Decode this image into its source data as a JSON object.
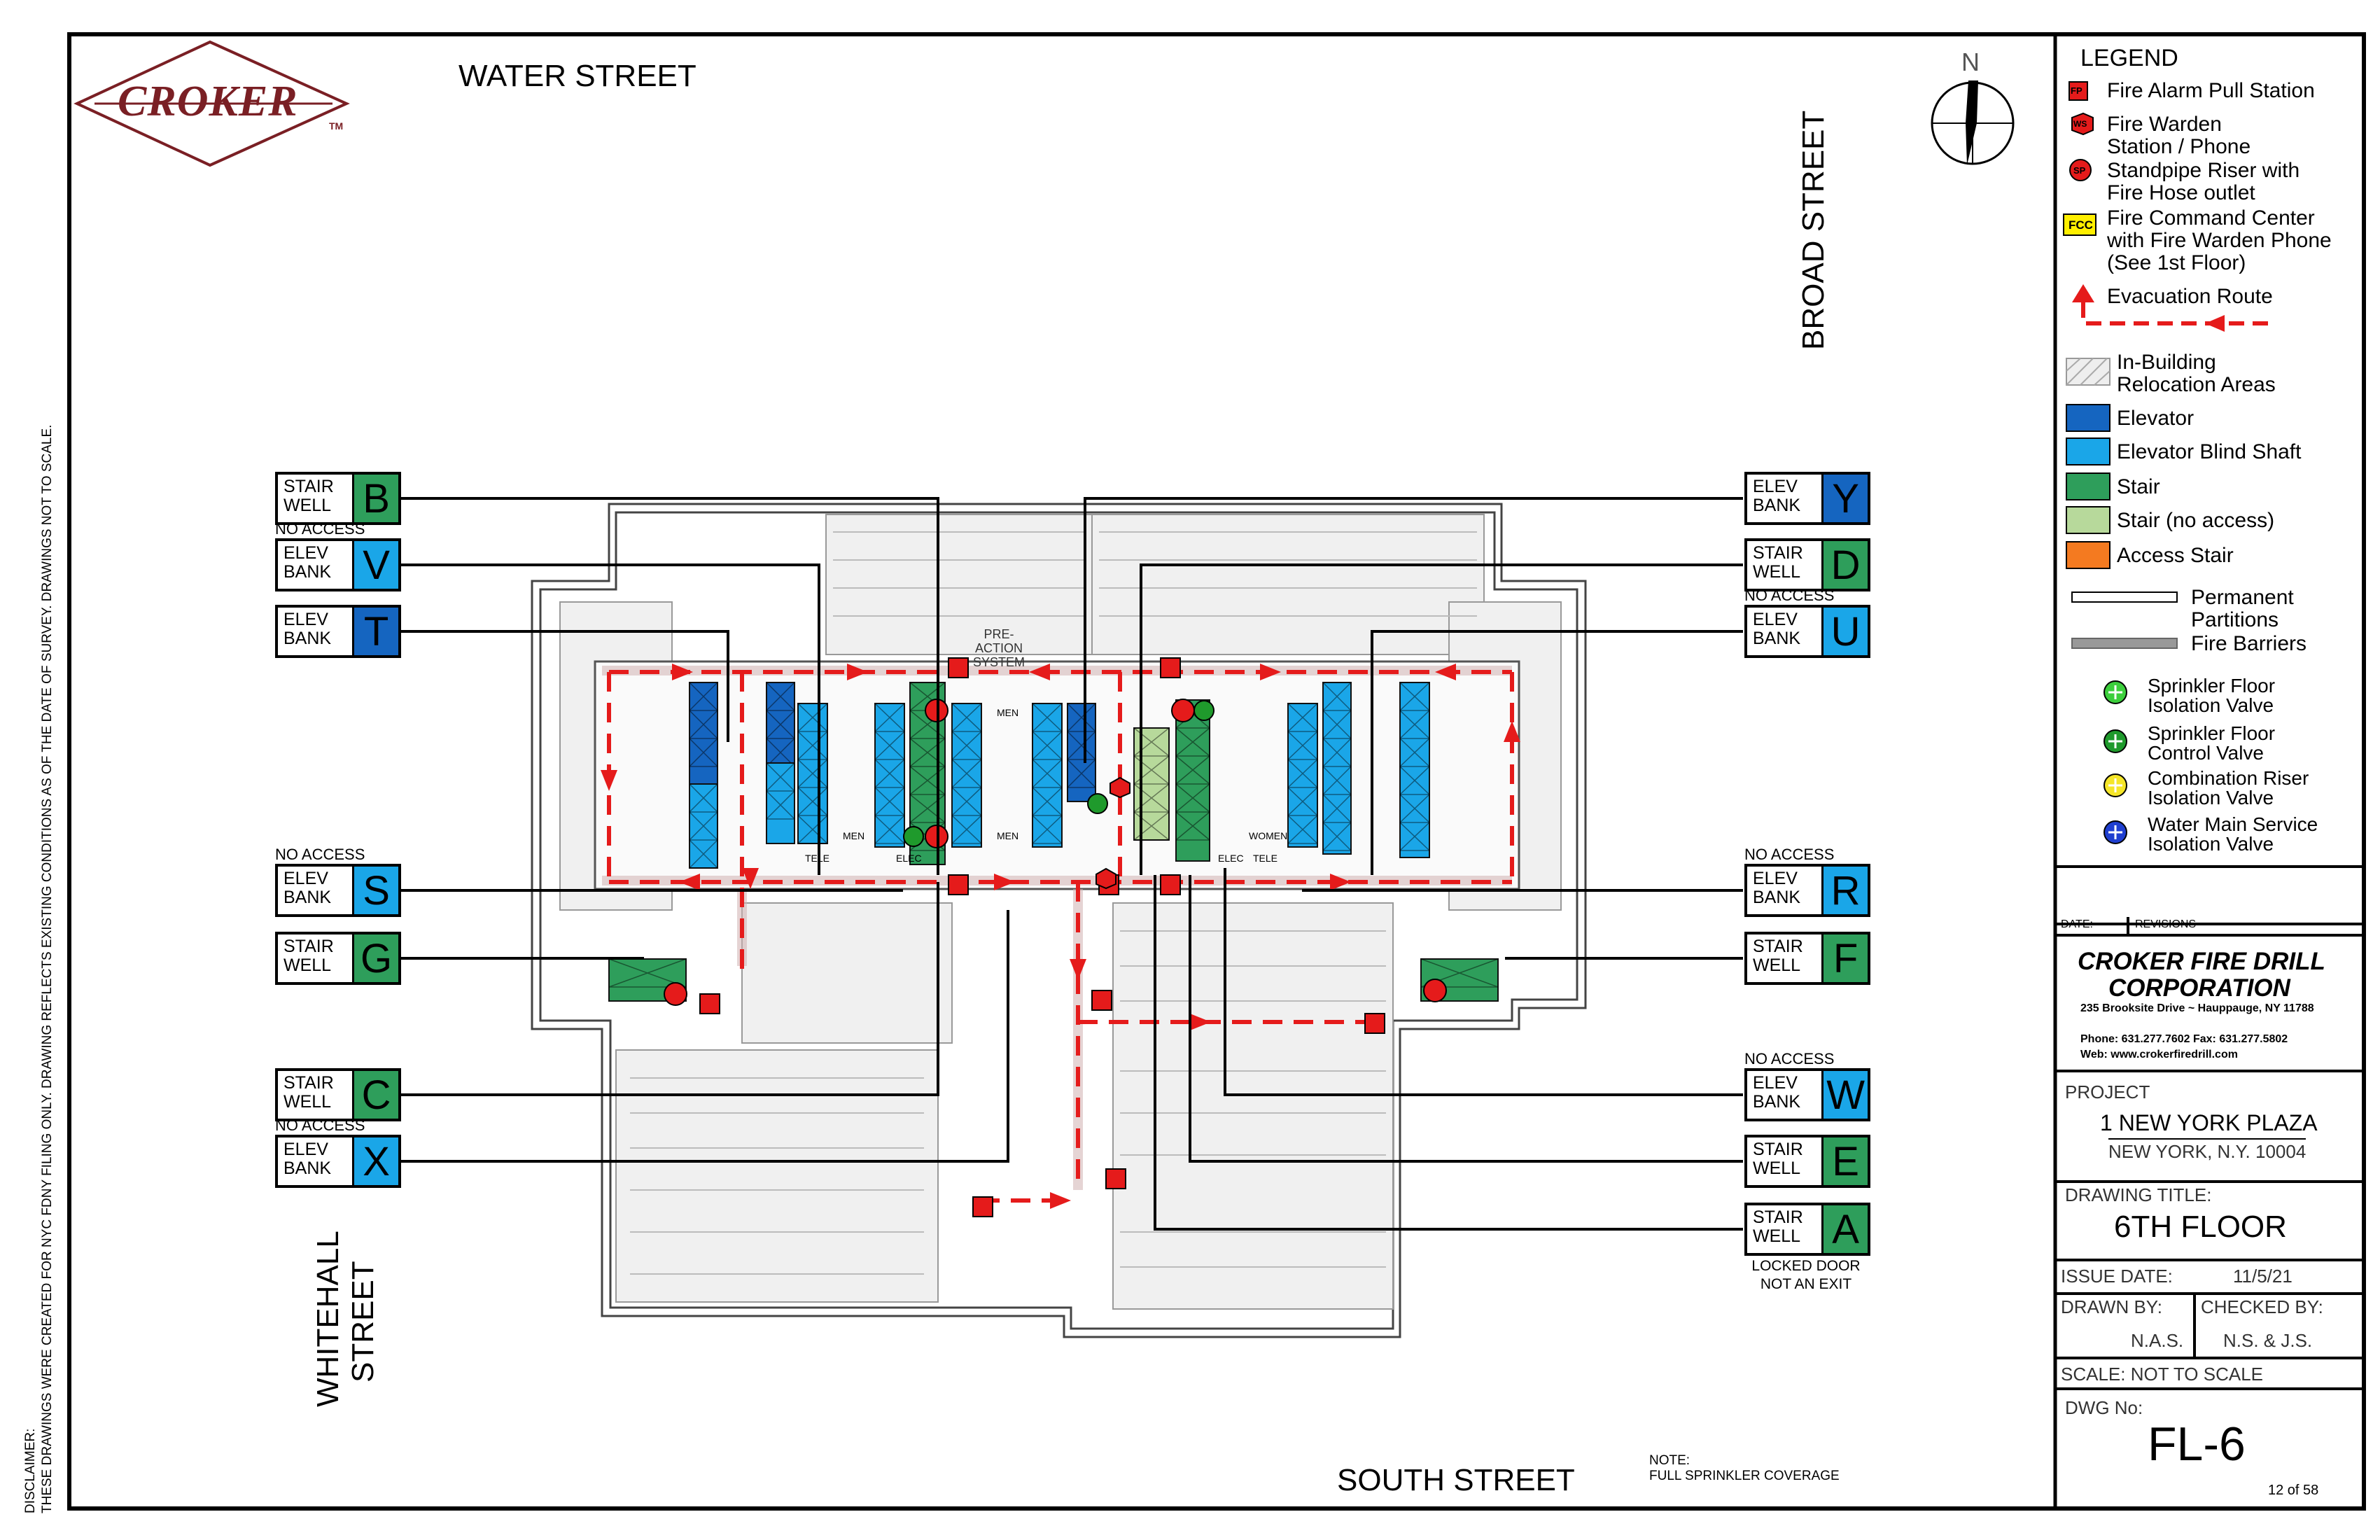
{
  "logo": {
    "text": "CROKER",
    "tm": "TM"
  },
  "streets": {
    "north": "WATER STREET",
    "east": "BROAD STREET",
    "south": "SOUTH STREET",
    "west_line1": "WHITEHALL",
    "west_line2": "STREET"
  },
  "compass_label": "N",
  "disclaimer": {
    "line1": "DISCLAIMER:",
    "line2": "THESE DRAWINGS WERE CREATED FOR NYC FDNY FILING ONLY. DRAWING REFLECTS EXISTING CONDITIONS AS OF THE DATE OF SURVEY. DRAWINGS NOT TO SCALE."
  },
  "note": {
    "line1": "NOTE:",
    "line2": "FULL SPRINKLER COVERAGE"
  },
  "left_labels": [
    {
      "l1": "STAIR",
      "l2": "WELL",
      "letter": "B",
      "color": "#2e9e5b",
      "pre": ""
    },
    {
      "l1": "ELEV",
      "l2": "BANK",
      "letter": "V",
      "color": "#1aa6e8",
      "pre": "NO ACCESS"
    },
    {
      "l1": "ELEV",
      "l2": "BANK",
      "letter": "T",
      "color": "#1565c0",
      "pre": ""
    },
    {
      "l1": "ELEV",
      "l2": "BANK",
      "letter": "S",
      "color": "#1aa6e8",
      "pre": "NO ACCESS"
    },
    {
      "l1": "STAIR",
      "l2": "WELL",
      "letter": "G",
      "color": "#2e9e5b",
      "pre": ""
    },
    {
      "l1": "STAIR",
      "l2": "WELL",
      "letter": "C",
      "color": "#2e9e5b",
      "pre": ""
    },
    {
      "l1": "ELEV",
      "l2": "BANK",
      "letter": "X",
      "color": "#1aa6e8",
      "pre": "NO ACCESS"
    }
  ],
  "right_labels": [
    {
      "l1": "ELEV",
      "l2": "BANK",
      "letter": "Y",
      "color": "#1565c0",
      "pre": ""
    },
    {
      "l1": "STAIR",
      "l2": "WELL",
      "letter": "D",
      "color": "#2e9e5b",
      "pre": ""
    },
    {
      "l1": "ELEV",
      "l2": "BANK",
      "letter": "U",
      "color": "#1aa6e8",
      "pre": "NO ACCESS"
    },
    {
      "l1": "ELEV",
      "l2": "BANK",
      "letter": "R",
      "color": "#1aa6e8",
      "pre": "NO ACCESS"
    },
    {
      "l1": "STAIR",
      "l2": "WELL",
      "letter": "F",
      "color": "#2e9e5b",
      "pre": ""
    },
    {
      "l1": "ELEV",
      "l2": "BANK",
      "letter": "W",
      "color": "#1aa6e8",
      "pre": "NO ACCESS"
    },
    {
      "l1": "STAIR",
      "l2": "WELL",
      "letter": "E",
      "color": "#2e9e5b",
      "pre": ""
    },
    {
      "l1": "STAIR",
      "l2": "WELL",
      "letter": "A",
      "color": "#2e9e5b",
      "pre": ""
    }
  ],
  "locked_note": {
    "line1": "LOCKED DOOR",
    "line2": "NOT AN EXIT"
  },
  "plan_labels": {
    "preaction": "PRE-ACTION",
    "system": "SYSTEM",
    "men": "MEN",
    "women": "WOMEN",
    "elec": "ELEC",
    "tele": "TELE"
  },
  "legend": {
    "title": "LEGEND",
    "fire_alarm": "Fire Alarm Pull Station",
    "fire_warden": "Fire Warden\nStation / Phone",
    "standpipe": "Standpipe Riser with\nFire Hose outlet",
    "fcc": "Fire Command Center\nwith Fire Warden Phone\n(See 1st Floor)",
    "evac": "Evacuation  Route",
    "relocation": "In-Building\nRelocation Areas",
    "elevator": "Elevator",
    "blind_shaft": "Elevator Blind Shaft",
    "stair": "Stair",
    "stair_no_access": "Stair (no access)",
    "access_stair": "Access Stair",
    "permanent": "Permanent\nPartitions",
    "barriers": "Fire Barriers",
    "sfiv": "Sprinkler Floor\nIsolation Valve",
    "sfcv": "Sprinkler Floor\nControl Valve",
    "criv": "Combination Riser\nIsolation Valve",
    "wmsiv": "Water Main Service\nIsolation Valve",
    "icon_fp": "FP",
    "icon_ws": "WS",
    "icon_sp": "SP",
    "icon_fcc": "FCC"
  },
  "colors": {
    "elevator": "#1565c0",
    "blind_shaft": "#1aa6e8",
    "stair": "#2e9e5b",
    "stair_no_access": "#b7d99b",
    "access_stair": "#f47a20",
    "evac": "#e51b1b",
    "logo": "#7a1f24"
  },
  "titleblock": {
    "date_label": "DATE:",
    "revisions_label": "REVISIONS",
    "company_l1": "CROKER FIRE DRILL",
    "company_l2": "CORPORATION",
    "address": "235 Brooksite Drive ~ Hauppauge, NY 11788",
    "phone": "Phone: 631.277.7602  Fax: 631.277.5802",
    "web": "Web: www.crokerfiredrill.com",
    "project_label": "PROJECT",
    "project_name": "1 NEW YORK PLAZA",
    "project_city": "NEW YORK, N.Y. 10004",
    "drawing_title_label": "DRAWING TITLE:",
    "drawing_title": "6TH FLOOR",
    "issue_label": "ISSUE DATE:",
    "issue_date": "11/5/21",
    "drawn_label": "DRAWN BY:",
    "checked_label": "CHECKED BY:",
    "drawn_by": "N.A.S.",
    "checked_by": "N.S. & J.S.",
    "scale": "SCALE: NOT TO SCALE",
    "dwg_label": "DWG No:",
    "dwg_no": "FL-6",
    "sheet": "12 of 58"
  }
}
